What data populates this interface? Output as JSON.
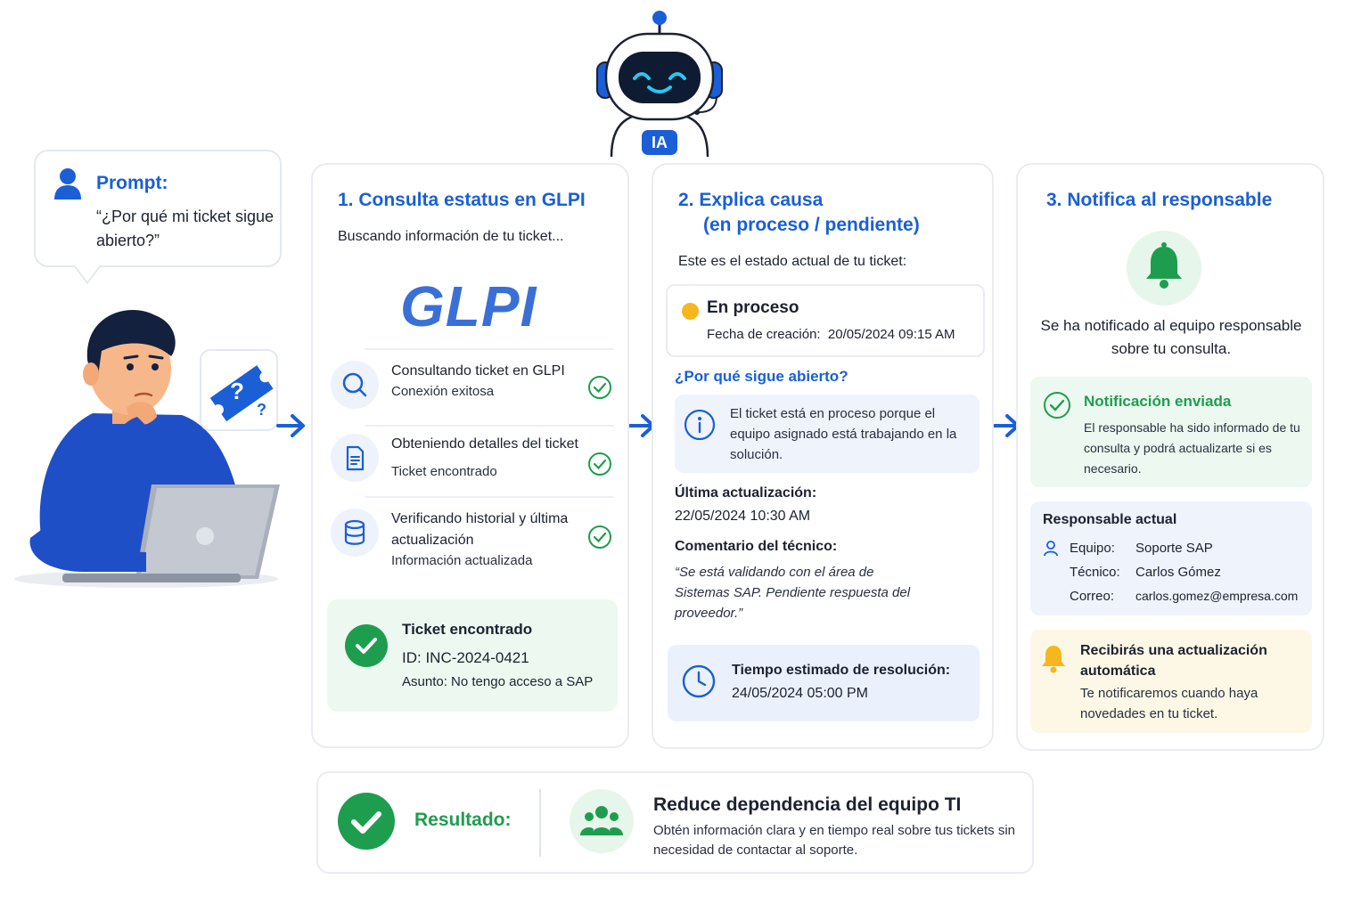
{
  "robot": {
    "badge": "IA"
  },
  "prompt": {
    "label": "Prompt:",
    "text": "“¿Por qué mi ticket sigue abierto?”"
  },
  "ticket_card": {
    "question_mark": "?"
  },
  "panel1": {
    "title": "1.  Consulta estatus en GLPI",
    "subtitle": "Buscando información de tu ticket...",
    "logo": "GLPI",
    "steps": [
      {
        "title": "Consultando ticket en GLPI",
        "sub": "Conexión exitosa",
        "icon": "search-icon"
      },
      {
        "title": "Obteniendo detalles del ticket",
        "sub": "Ticket encontrado",
        "icon": "document-icon"
      },
      {
        "title": "Verificando historial y última actualización",
        "sub": "Información actualizada",
        "icon": "database-icon"
      }
    ],
    "found": {
      "title": "Ticket encontrado",
      "id": "ID: INC-2024-0421",
      "subject": "Asunto: No tengo acceso a SAP"
    }
  },
  "panel2": {
    "title_line1": "2.  Explica causa",
    "title_line2": "(en proceso / pendiente)",
    "subtitle": "Este es el estado actual de tu ticket:",
    "status": {
      "label": "En proceso",
      "created_label": "Fecha de creación:",
      "created_value": "20/05/2024  09:15 AM",
      "color": "#f6b61e"
    },
    "why_title": "¿Por qué sigue abierto?",
    "why_text": "El ticket está en proceso porque el equipo asignado está trabajando en la solución.",
    "last_update_label": "Última actualización:",
    "last_update_value": "22/05/2024 10:30 AM",
    "comment_label": "Comentario del técnico:",
    "comment_text": "“Se está validando con el área de Sistemas SAP. Pendiente respuesta del proveedor.”",
    "eta_label": "Tiempo estimado de resolución:",
    "eta_value": "24/05/2024 05:00 PM"
  },
  "panel3": {
    "title": "3.  Notifica al responsable",
    "notified_text": "Se ha notificado al equipo responsable sobre tu consulta.",
    "notif_title": "Notificación enviada",
    "notif_text": "El responsable ha sido informado de tu consulta y podrá actualizarte si es necesario.",
    "resp_title": "Responsable actual",
    "resp": {
      "team_label": "Equipo:",
      "team_value": "Soporte SAP",
      "tech_label": "Técnico:",
      "tech_value": "Carlos Gómez",
      "mail_label": "Correo:",
      "mail_value": "carlos.gomez@empresa.com"
    },
    "auto_title": "Recibirás una actualización automática",
    "auto_text": "Te notificaremos cuando haya novedades en tu ticket."
  },
  "result": {
    "label": "Resultado:",
    "title": "Reduce dependencia del equipo TI",
    "desc": "Obtén información clara y en tiempo real sobre tus tickets sin necesidad de contactar al soporte."
  },
  "colors": {
    "accent_blue": "#1a5fd6",
    "success_green": "#1f9d4f",
    "warning_yellow": "#f6b61e"
  }
}
